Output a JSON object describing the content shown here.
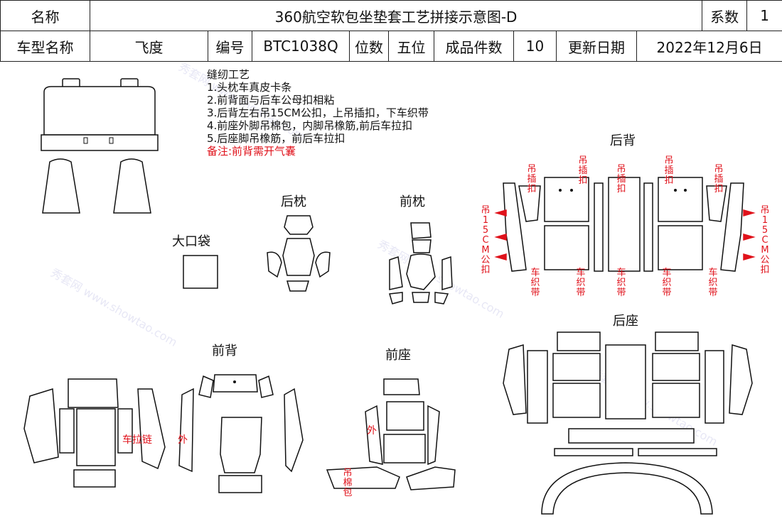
{
  "header": {
    "name_label": "名称",
    "title": "360航空软包坐垫套工艺拼接示意图-D",
    "coef_label": "系数",
    "coef_value": "1",
    "model_label": "车型名称",
    "model_value": "飞度",
    "code_label": "编号",
    "code_value": "BTC1038Q",
    "seats_label": "位数",
    "seats_value": "五位",
    "pieces_label": "成品件数",
    "pieces_value": "10",
    "date_label": "更新日期",
    "date_value": "2022年12月6日"
  },
  "notes": {
    "title": "缝纫工艺",
    "lines": [
      "1.头枕车真皮卡条",
      "2.前背面与后车公母扣相粘",
      "3.后背左右吊15CM公扣，上吊插扣，下车织带",
      "4.前座外脚吊棉包，内脚吊橡筋,前后车拉扣",
      "5.后座脚吊橡筋，前后车拉扣"
    ],
    "remark": "备注:前背需开气囊"
  },
  "sections": {
    "rear_back": "后背",
    "rear_headrest": "后枕",
    "front_headrest": "前枕",
    "big_pocket": "大口袋",
    "rear_seat": "后座",
    "front_back": "前背",
    "front_seat": "前座"
  },
  "annotations": {
    "hang_buckle": "吊插扣",
    "hang_15cm": "吊15CM公扣",
    "weave_strap": "车织带",
    "zipper": "车拉链",
    "outer": "外",
    "cotton_pack": "吊棉包"
  },
  "watermark": "秀套网 www.showtao.com",
  "colors": {
    "accent_red": "#e0121b",
    "line": "#111111"
  }
}
